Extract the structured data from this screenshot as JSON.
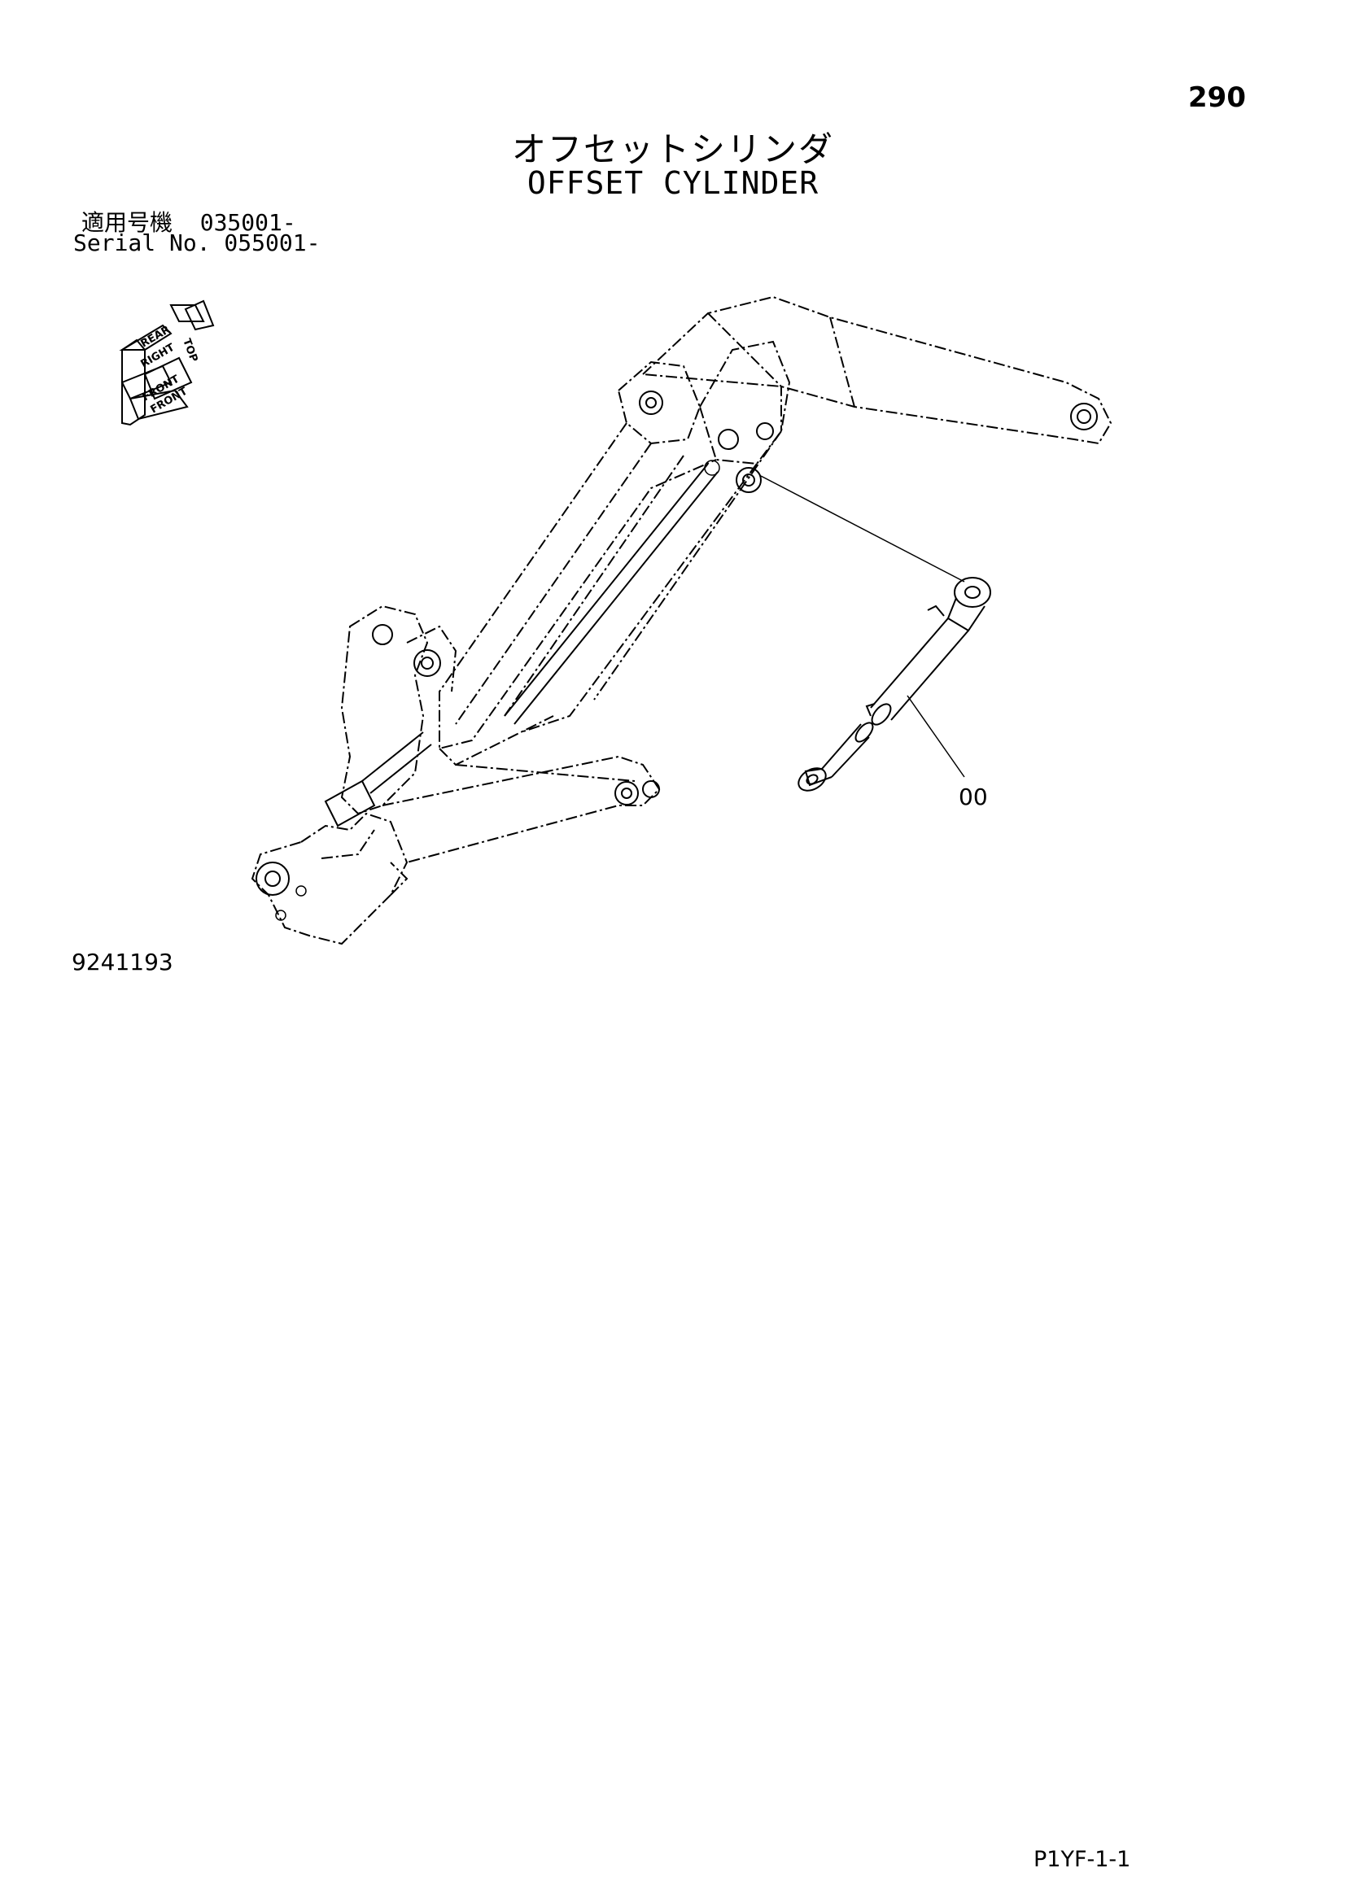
{
  "header": {
    "page_number": "290",
    "title_jp": "オフセットシリンダ",
    "title_en": "OFFSET CYLINDER"
  },
  "serial": {
    "line1": "適用号機  035001-",
    "line2": "Serial No. 055001-"
  },
  "orientation_icon": {
    "labels": [
      "REAR",
      "TOP",
      "RIGHT",
      "FRONT",
      "FRONT"
    ]
  },
  "drawing": {
    "drawing_number": "9241193",
    "part_label": "00"
  },
  "footer": {
    "page_code": "P1YF-1-1"
  }
}
